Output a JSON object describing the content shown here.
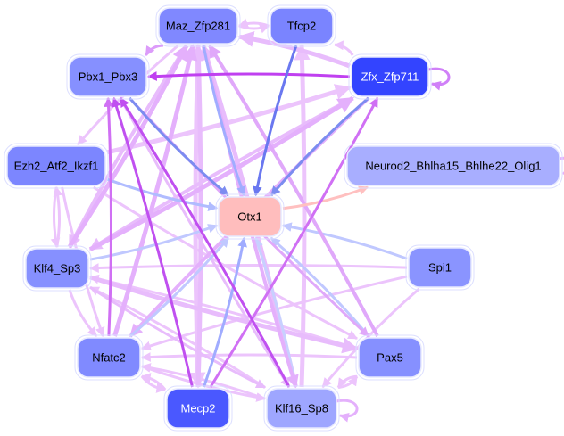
{
  "diagram": {
    "type": "directed-network",
    "nodes": [
      {
        "id": "Maz_Zfp281",
        "label": "Maz_Zfp281",
        "fill": "#8088ff",
        "text": "#000000"
      },
      {
        "id": "Tfcp2",
        "label": "Tfcp2",
        "fill": "#7a84ff",
        "text": "#000000"
      },
      {
        "id": "Pbx1_Pbx3",
        "label": "Pbx1_Pbx3",
        "fill": "#8690ff",
        "text": "#000000"
      },
      {
        "id": "Zfx_Zfp711",
        "label": "Zfx_Zfp711",
        "fill": "#3344ff",
        "text": "#ffffff"
      },
      {
        "id": "Ezh2_Atf2_Ikzf1",
        "label": "Ezh2_Atf2_Ikzf1",
        "fill": "#7c86ff",
        "text": "#000000"
      },
      {
        "id": "Neurod2",
        "label": "Neurod2_Bhlha15_Bhlhe22_Olig1",
        "fill": "#a8aeff",
        "text": "#000000"
      },
      {
        "id": "Otx1",
        "label": "Otx1",
        "fill": "#ffbdbd",
        "text": "#000000"
      },
      {
        "id": "Klf4_Sp3",
        "label": "Klf4_Sp3",
        "fill": "#8690ff",
        "text": "#000000"
      },
      {
        "id": "Spi1",
        "label": "Spi1",
        "fill": "#8a94ff",
        "text": "#000000"
      },
      {
        "id": "Nfatc2",
        "label": "Nfatc2",
        "fill": "#808aff",
        "text": "#000000"
      },
      {
        "id": "Pax5",
        "label": "Pax5",
        "fill": "#8690ff",
        "text": "#000000"
      },
      {
        "id": "Mecp2",
        "label": "Mecp2",
        "fill": "#4a58ff",
        "text": "#ffffff"
      },
      {
        "id": "Klf16_Sp8",
        "label": "Klf16_Sp8",
        "fill": "#9ea6ff",
        "text": "#000000"
      }
    ],
    "edges": [
      {
        "from": "Zfx_Zfp711",
        "to": "Pbx1_Pbx3",
        "color": "#c040f0",
        "weight": 3
      },
      {
        "from": "Zfx_Zfp711",
        "to": "Zfx_Zfp711",
        "color": "#d080f8",
        "weight": 3,
        "self": true
      },
      {
        "from": "Neurod2",
        "to": "Neurod2",
        "color": "#e4b0fc",
        "weight": 3,
        "self": true
      },
      {
        "from": "Klf16_Sp8",
        "to": "Klf16_Sp8",
        "color": "#e4b0fc",
        "weight": 3,
        "self": true
      },
      {
        "from": "Maz_Zfp281",
        "to": "Tfcp2",
        "color": "#ecc4fc",
        "weight": 3
      },
      {
        "from": "Tfcp2",
        "to": "Maz_Zfp281",
        "color": "#ecc4fc",
        "weight": 3
      },
      {
        "from": "Zfx_Zfp711",
        "to": "Maz_Zfp281",
        "color": "#e8bcfc",
        "weight": 5
      },
      {
        "from": "Zfx_Zfp711",
        "to": "Tfcp2",
        "color": "#ecc4fc",
        "weight": 3
      },
      {
        "from": "Maz_Zfp281",
        "to": "Pbx1_Pbx3",
        "color": "#dc9cfa",
        "weight": 3
      },
      {
        "from": "Tfcp2",
        "to": "Otx1",
        "color": "#6a78f0",
        "weight": 3
      },
      {
        "from": "Maz_Zfp281",
        "to": "Otx1",
        "color": "#a0acff",
        "weight": 3
      },
      {
        "from": "Pbx1_Pbx3",
        "to": "Otx1",
        "color": "#7c8cf0",
        "weight": 3
      },
      {
        "from": "Zfx_Zfp711",
        "to": "Otx1",
        "color": "#7c8cf0",
        "weight": 3
      },
      {
        "from": "Ezh2_Atf2_Ikzf1",
        "to": "Otx1",
        "color": "#b0bcff",
        "weight": 3
      },
      {
        "from": "Klf4_Sp3",
        "to": "Otx1",
        "color": "#c0c8ff",
        "weight": 3
      },
      {
        "from": "Spi1",
        "to": "Otx1",
        "color": "#c0c8ff",
        "weight": 3
      },
      {
        "from": "Nfatc2",
        "to": "Otx1",
        "color": "#c0c8ff",
        "weight": 3
      },
      {
        "from": "Mecp2",
        "to": "Otx1",
        "color": "#a0acff",
        "weight": 3
      },
      {
        "from": "Klf16_Sp8",
        "to": "Otx1",
        "color": "#c8d0ff",
        "weight": 3
      },
      {
        "from": "Pax5",
        "to": "Otx1",
        "color": "#c0c8ff",
        "weight": 3
      },
      {
        "from": "Otx1",
        "to": "Neurod2",
        "color": "#ffc0c0",
        "weight": 3
      },
      {
        "from": "Mecp2",
        "to": "Pbx1_Pbx3",
        "color": "#c050f0",
        "weight": 3
      },
      {
        "from": "Klf16_Sp8",
        "to": "Pbx1_Pbx3",
        "color": "#c050f0",
        "weight": 3
      },
      {
        "from": "Nfatc2",
        "to": "Pbx1_Pbx3",
        "color": "#d070f4",
        "weight": 3
      },
      {
        "from": "Mecp2",
        "to": "Zfx_Zfp711",
        "color": "#d070f4",
        "weight": 3
      },
      {
        "from": "Klf4_Sp3",
        "to": "Zfx_Zfp711",
        "color": "#e4b0fc",
        "weight": 5
      },
      {
        "from": "Nfatc2",
        "to": "Maz_Zfp281",
        "color": "#e4b0fc",
        "weight": 5
      },
      {
        "from": "Klf16_Sp8",
        "to": "Maz_Zfp281",
        "color": "#e8bcfc",
        "weight": 5
      },
      {
        "from": "Pax5",
        "to": "Maz_Zfp281",
        "color": "#e0a8fa",
        "weight": 4
      },
      {
        "from": "Mecp2",
        "to": "Maz_Zfp281",
        "color": "#e8bcfc",
        "weight": 5
      },
      {
        "from": "Klf16_Sp8",
        "to": "Tfcp2",
        "color": "#ecc4fc",
        "weight": 5
      },
      {
        "from": "Klf4_Sp3",
        "to": "Maz_Zfp281",
        "color": "#e4b0fc",
        "weight": 5
      },
      {
        "from": "Ezh2_Atf2_Ikzf1",
        "to": "Zfx_Zfp711",
        "color": "#ecc4fc",
        "weight": 5
      },
      {
        "from": "Klf4_Sp3",
        "to": "Pax5",
        "color": "#e8bcfc",
        "weight": 5
      },
      {
        "from": "Spi1",
        "to": "Klf4_Sp3",
        "color": "#ecc4fc",
        "weight": 3
      },
      {
        "from": "Spi1",
        "to": "Nfatc2",
        "color": "#ecc4fc",
        "weight": 3
      },
      {
        "from": "Pax5",
        "to": "Nfatc2",
        "color": "#ecc4fc",
        "weight": 3
      },
      {
        "from": "Klf16_Sp8",
        "to": "Nfatc2",
        "color": "#ecc4fc",
        "weight": 3
      },
      {
        "from": "Mecp2",
        "to": "Nfatc2",
        "color": "#ecc4fc",
        "weight": 3
      },
      {
        "from": "Klf4_Sp3",
        "to": "Nfatc2",
        "color": "#ecc4fc",
        "weight": 3
      },
      {
        "from": "Ezh2_Atf2_Ikzf1",
        "to": "Klf4_Sp3",
        "color": "#ecc4fc",
        "weight": 3
      },
      {
        "from": "Klf4_Sp3",
        "to": "Ezh2_Atf2_Ikzf1",
        "color": "#ecc4fc",
        "weight": 3
      },
      {
        "from": "Klf16_Sp8",
        "to": "Klf4_Sp3",
        "color": "#ecc4fc",
        "weight": 3
      },
      {
        "from": "Pax5",
        "to": "Klf4_Sp3",
        "color": "#ecc4fc",
        "weight": 3
      },
      {
        "from": "Spi1",
        "to": "Klf16_Sp8",
        "color": "#ecc4fc",
        "weight": 3
      },
      {
        "from": "Nfatc2",
        "to": "Klf16_Sp8",
        "color": "#ecc4fc",
        "weight": 3
      },
      {
        "from": "Pax5",
        "to": "Klf16_Sp8",
        "color": "#ecc4fc",
        "weight": 3
      },
      {
        "from": "Klf4_Sp3",
        "to": "Klf16_Sp8",
        "color": "#e8bcfc",
        "weight": 3
      },
      {
        "from": "Ezh2_Atf2_Ikzf1",
        "to": "Nfatc2",
        "color": "#ecc4fc",
        "weight": 3
      },
      {
        "from": "Pbx1_Pbx3",
        "to": "Pax5",
        "color": "#e0a8fa",
        "weight": 3
      },
      {
        "from": "Maz_Zfp281",
        "to": "Mecp2",
        "color": "#ecc4fc",
        "weight": 5
      },
      {
        "from": "Maz_Zfp281",
        "to": "Klf16_Sp8",
        "color": "#e4b0fc",
        "weight": 4
      },
      {
        "from": "Ezh2_Atf2_Ikzf1",
        "to": "Pax5",
        "color": "#ecc4fc",
        "weight": 3
      },
      {
        "from": "Zfx_Zfp711",
        "to": "Nfatc2",
        "color": "#e4b0fc",
        "weight": 4
      },
      {
        "from": "Zfx_Zfp711",
        "to": "Klf4_Sp3",
        "color": "#e8bcfc",
        "weight": 4
      },
      {
        "from": "Maz_Zfp281",
        "to": "Ezh2_Atf2_Ikzf1",
        "color": "#ecc4fc",
        "weight": 3
      },
      {
        "from": "Maz_Zfp281",
        "to": "Klf4_Sp3",
        "color": "#e8bcfc",
        "weight": 4
      },
      {
        "from": "Klf16_Sp8",
        "to": "Pax5",
        "color": "#ecc4fc",
        "weight": 3
      },
      {
        "from": "Nfatc2",
        "to": "Mecp2",
        "color": "#ecc4fc",
        "weight": 3
      },
      {
        "from": "Pbx1_Pbx3",
        "to": "Klf16_Sp8",
        "color": "#e8bcfc",
        "weight": 3
      }
    ]
  }
}
